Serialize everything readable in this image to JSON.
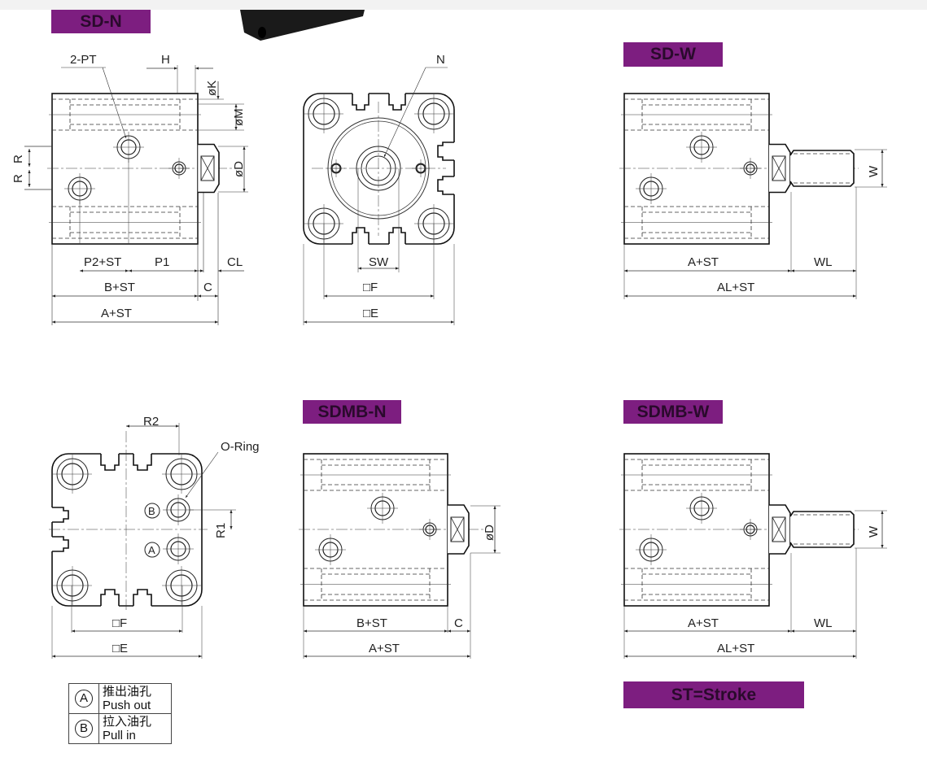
{
  "badges": {
    "sd_n": "SD-N",
    "sd_w": "SD-W",
    "sdmb_n": "SDMB-N",
    "sdmb_w": "SDMB-W",
    "stroke": "ST=Stroke"
  },
  "sd_n_side": {
    "port_label": "2-PT",
    "h": "H",
    "k": "øK",
    "m": "øM",
    "d": "øD",
    "r1": "R",
    "r2": "R",
    "p2st": "P2+ST",
    "p1": "P1",
    "cl": "CL",
    "bst": "B+ST",
    "c": "C",
    "ast": "A+ST"
  },
  "sd_n_front": {
    "n": "N",
    "sw": "SW",
    "f": "□F",
    "e": "□E"
  },
  "sd_w_side": {
    "w": "W",
    "ast": "A+ST",
    "wl": "WL",
    "alst": "AL+ST"
  },
  "sdmb_front": {
    "r2": "R2",
    "oring": "O-Ring",
    "r1": "R1",
    "a": "A",
    "b": "B",
    "f": "□F",
    "e": "□E"
  },
  "sdmb_n_side": {
    "d": "øD",
    "bst": "B+ST",
    "c": "C",
    "ast": "A+ST"
  },
  "sdmb_w_side": {
    "w": "W",
    "ast": "A+ST",
    "wl": "WL",
    "alst": "AL+ST"
  },
  "legend": [
    {
      "mark": "A",
      "zh": "推出油孔",
      "en": "Push out"
    },
    {
      "mark": "B",
      "zh": "拉入油孔",
      "en": "Pull in"
    }
  ]
}
